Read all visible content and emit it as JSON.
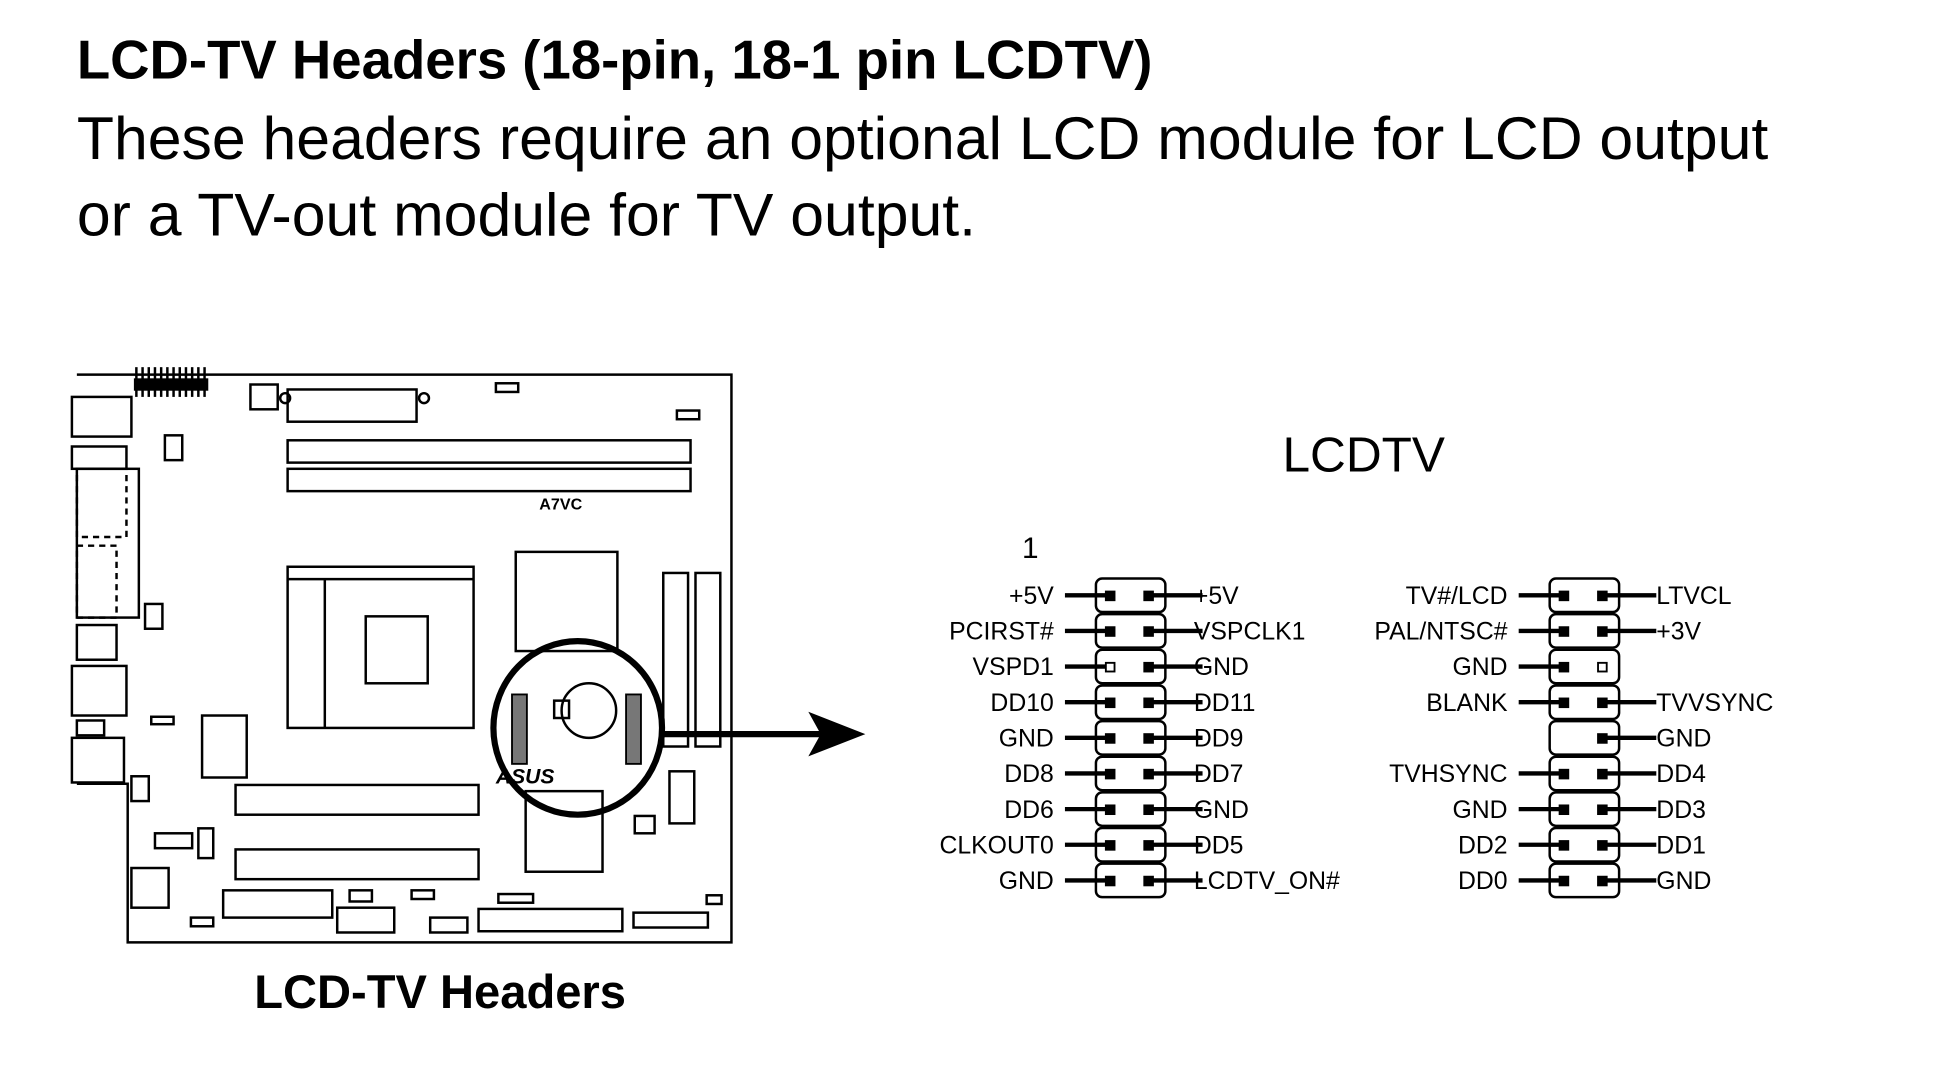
{
  "heading": {
    "title": "LCD-TV Headers (18-pin, 18-1 pin LCDTV)",
    "line1": "These headers require an optional LCD module for LCD output",
    "line2": "or a TV-out module for TV output."
  },
  "board": {
    "model_label": "A7VC",
    "brand_logo": "ASUS",
    "caption": "LCD-TV Headers"
  },
  "connector": {
    "title": "LCDTV",
    "pin1_marker": "1",
    "left_header": [
      {
        "left": "+5V",
        "right": "+5V"
      },
      {
        "left": "PCIRST#",
        "right": "VSPCLK1"
      },
      {
        "left": "VSPD1",
        "right": "GND"
      },
      {
        "left": "DD10",
        "right": "DD11"
      },
      {
        "left": "GND",
        "right": "DD9"
      },
      {
        "left": "DD8",
        "right": "DD7"
      },
      {
        "left": "DD6",
        "right": "GND"
      },
      {
        "left": "CLKOUT0",
        "right": "DD5"
      },
      {
        "left": "GND",
        "right": "LCDTV_ON#"
      }
    ],
    "right_header": [
      {
        "left": "TV#/LCD",
        "right": "LTVCL"
      },
      {
        "left": "PAL/NTSC#",
        "right": "+3V"
      },
      {
        "left": "GND",
        "right": ""
      },
      {
        "left": "BLANK",
        "right": "TVVSYNC"
      },
      {
        "left": "",
        "right": "GND"
      },
      {
        "left": "TVHSYNC",
        "right": "DD4"
      },
      {
        "left": "GND",
        "right": "DD3"
      },
      {
        "left": "DD2",
        "right": "DD1"
      },
      {
        "left": "DD0",
        "right": "GND"
      }
    ]
  }
}
